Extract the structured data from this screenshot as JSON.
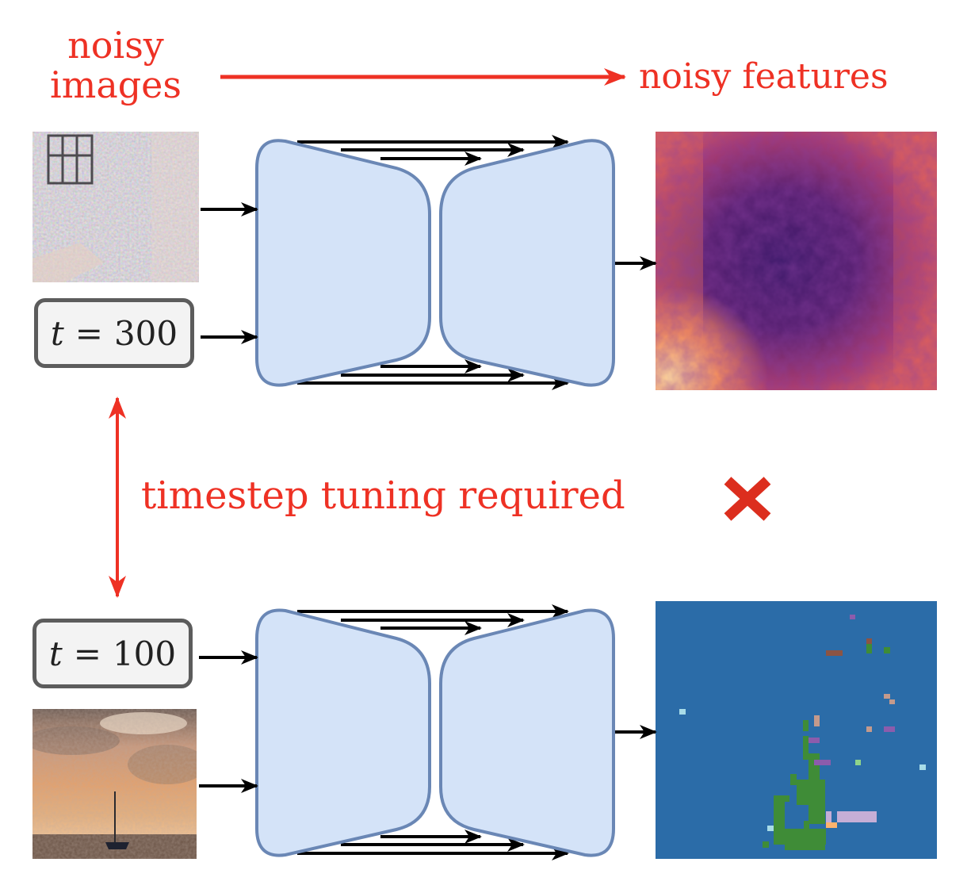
{
  "labels": {
    "noisy_images_line1": "noisy",
    "noisy_images_line2": "images",
    "noisy_features": "noisy features",
    "timestep_tuning": "timestep tuning required"
  },
  "rows": [
    {
      "timestep_var": "t",
      "timestep_eq": "=",
      "timestep_value": "300",
      "input_image": "noisy indoor scene",
      "output": "magma-colormap feature map"
    },
    {
      "timestep_var": "t",
      "timestep_eq": "=",
      "timestep_value": "100",
      "input_image": "noisy sunset sailboat",
      "output": "segmentation map"
    }
  ],
  "icons": {
    "cross": "cross-mark-icon",
    "double_arrow": "double-headed-arrow-icon",
    "flow_arrow": "right-arrow-icon"
  },
  "colors": {
    "accent_red": "#ee3124",
    "unet_fill": "#d4e3f8",
    "unet_stroke": "#6a87b5",
    "seg_background": "#2b6ca8",
    "box_fill": "#f3f3f3",
    "box_stroke": "#5c5c5c"
  }
}
